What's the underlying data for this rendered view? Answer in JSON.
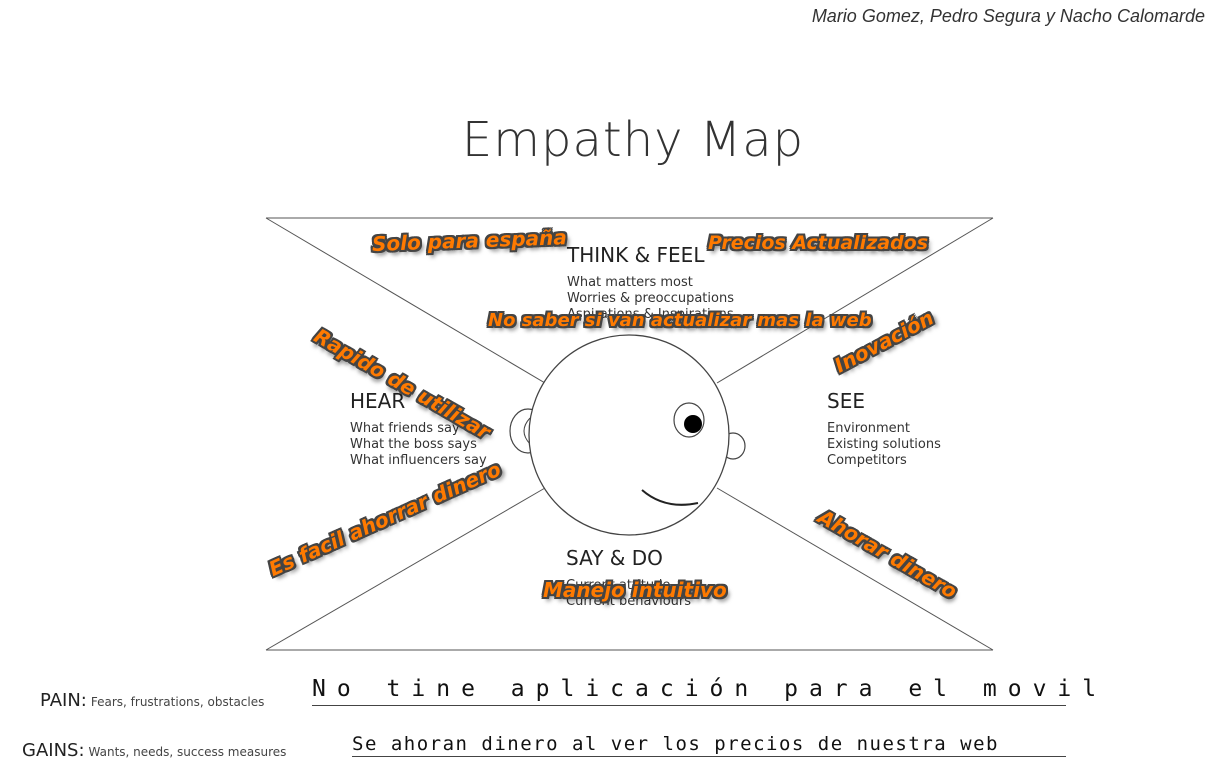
{
  "authors": "Mario Gomez, Pedro Segura y Nacho Calomarde",
  "title": "Empathy Map",
  "quadrants": {
    "think_feel": {
      "title": "THINK & FEEL",
      "lines": [
        "What matters most",
        "Worries & preoccupations",
        "Aspirations & Inspirations"
      ]
    },
    "hear": {
      "title": "HEAR",
      "lines": [
        "What friends say",
        "What the boss says",
        "What influencers say"
      ]
    },
    "see": {
      "title": "SEE",
      "lines": [
        "Environment",
        "Existing solutions",
        "Competitors"
      ]
    },
    "say_do": {
      "title": "SAY & DO",
      "lines": [
        "Current attitude",
        "Current behaviours"
      ]
    }
  },
  "stickies": {
    "solo_espana": "Solo para españa",
    "precios": "Precios Actualizados",
    "no_saber": "No saber si van actualizar mas la web",
    "rapido": "Rapido de utilizar",
    "inovacion": "Inovación",
    "facil": "Es facil ahorrar dinero",
    "ahorrar": "Ahorar dinero",
    "manejo": "Manejo intuitivo"
  },
  "pain": {
    "label": "PAIN:",
    "sub": "Fears, frustrations, obstacles",
    "answer": "No tine aplicación para el movil"
  },
  "gains": {
    "label": "GAINS:",
    "sub": "Wants, needs, success measures",
    "answer": "Se ahoran dinero al ver los precios de nuestra web"
  }
}
